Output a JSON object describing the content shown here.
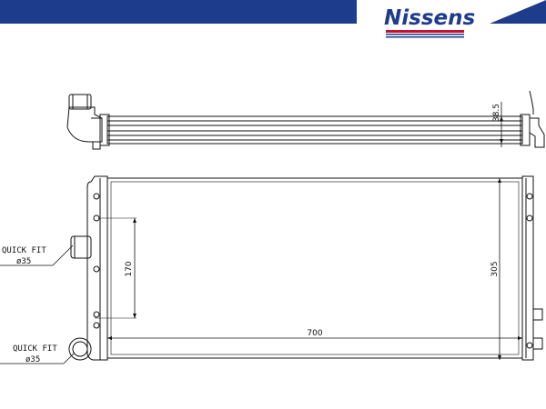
{
  "brand": {
    "name": "Nissens",
    "colors": {
      "primary": "#1d3c8c",
      "accent": "#c8102e"
    }
  },
  "drawing": {
    "dimensions": {
      "core_width": "700",
      "core_height": "305",
      "inlet_spacing": "170",
      "core_depth": "38.5"
    },
    "labels": [
      {
        "line1": "QUICK FIT",
        "line2": "ø35"
      },
      {
        "line1": "QUICK FIT",
        "line2": "ø35"
      }
    ]
  }
}
